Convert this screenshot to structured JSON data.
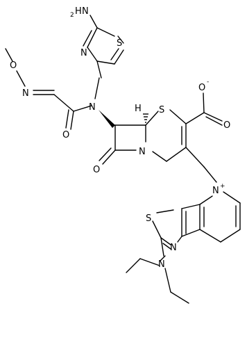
{
  "molecule": {
    "atoms": {
      "nh2_n": "H",
      "nh2_h": "2",
      "nh2_n2": "N",
      "thiazole_n": "N",
      "thiazole_s": "S",
      "amide_n": "N",
      "amide_o": "O",
      "oxime_n": "N",
      "oxime_o": "O",
      "betalactam_o": "O",
      "ring_n": "N",
      "ring_s": "S",
      "stereo_h": "H",
      "carboxylate_o1": "O",
      "carboxylate_o2": "O",
      "carboxylate_charge": "-",
      "pyridinium_n": "N",
      "pyridinium_charge": "+",
      "fused_s": "S",
      "fused_n": "N",
      "diethyl_n": "N"
    }
  }
}
